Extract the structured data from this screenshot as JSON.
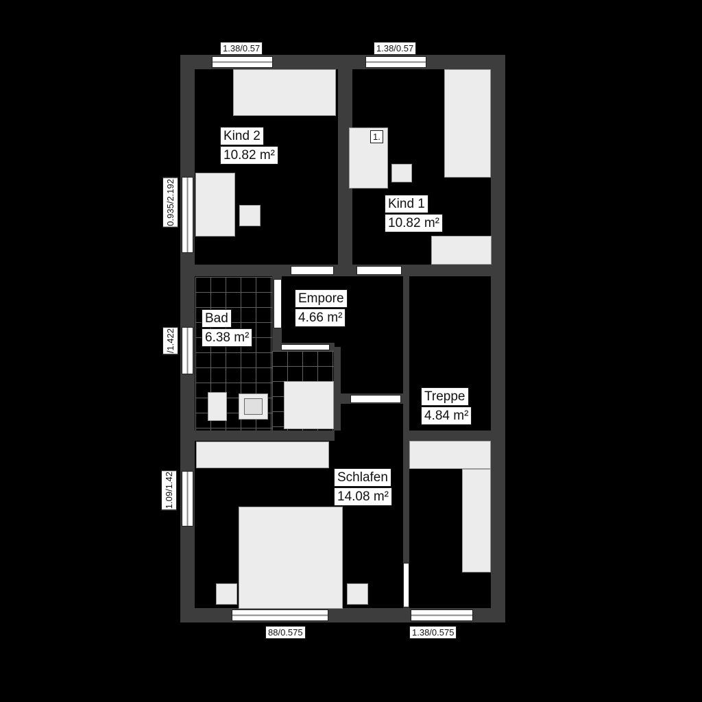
{
  "colors": {
    "background": "#000000",
    "wall": "#3d3d3d",
    "room_floor": "#000000",
    "furniture": "#ececec",
    "window": "#ffffff",
    "tile_line": "#616161",
    "label_bg": "#ffffff",
    "label_text": "#111111"
  },
  "rooms": [
    {
      "name": "Kind 2",
      "area": "10.82 m²"
    },
    {
      "name": "Kind 1",
      "area": "10.82 m²"
    },
    {
      "name": "Bad",
      "area": "6.38 m²"
    },
    {
      "name": "Empore",
      "area": "4.66 m²"
    },
    {
      "name": "Treppe",
      "area": "4.84 m²"
    },
    {
      "name": "Schlafen",
      "area": "14.08 m²"
    }
  ],
  "dimensions": {
    "top_left": "1.38/0.57",
    "top_right": "1.38/0.57",
    "left_upper": "0.935/2.192",
    "left_middle": "/1.422",
    "left_lower": "1.09/1.42",
    "bottom_left": "88/0.575",
    "bottom_right": "1.38/0.575",
    "kind1_mark": "1."
  }
}
